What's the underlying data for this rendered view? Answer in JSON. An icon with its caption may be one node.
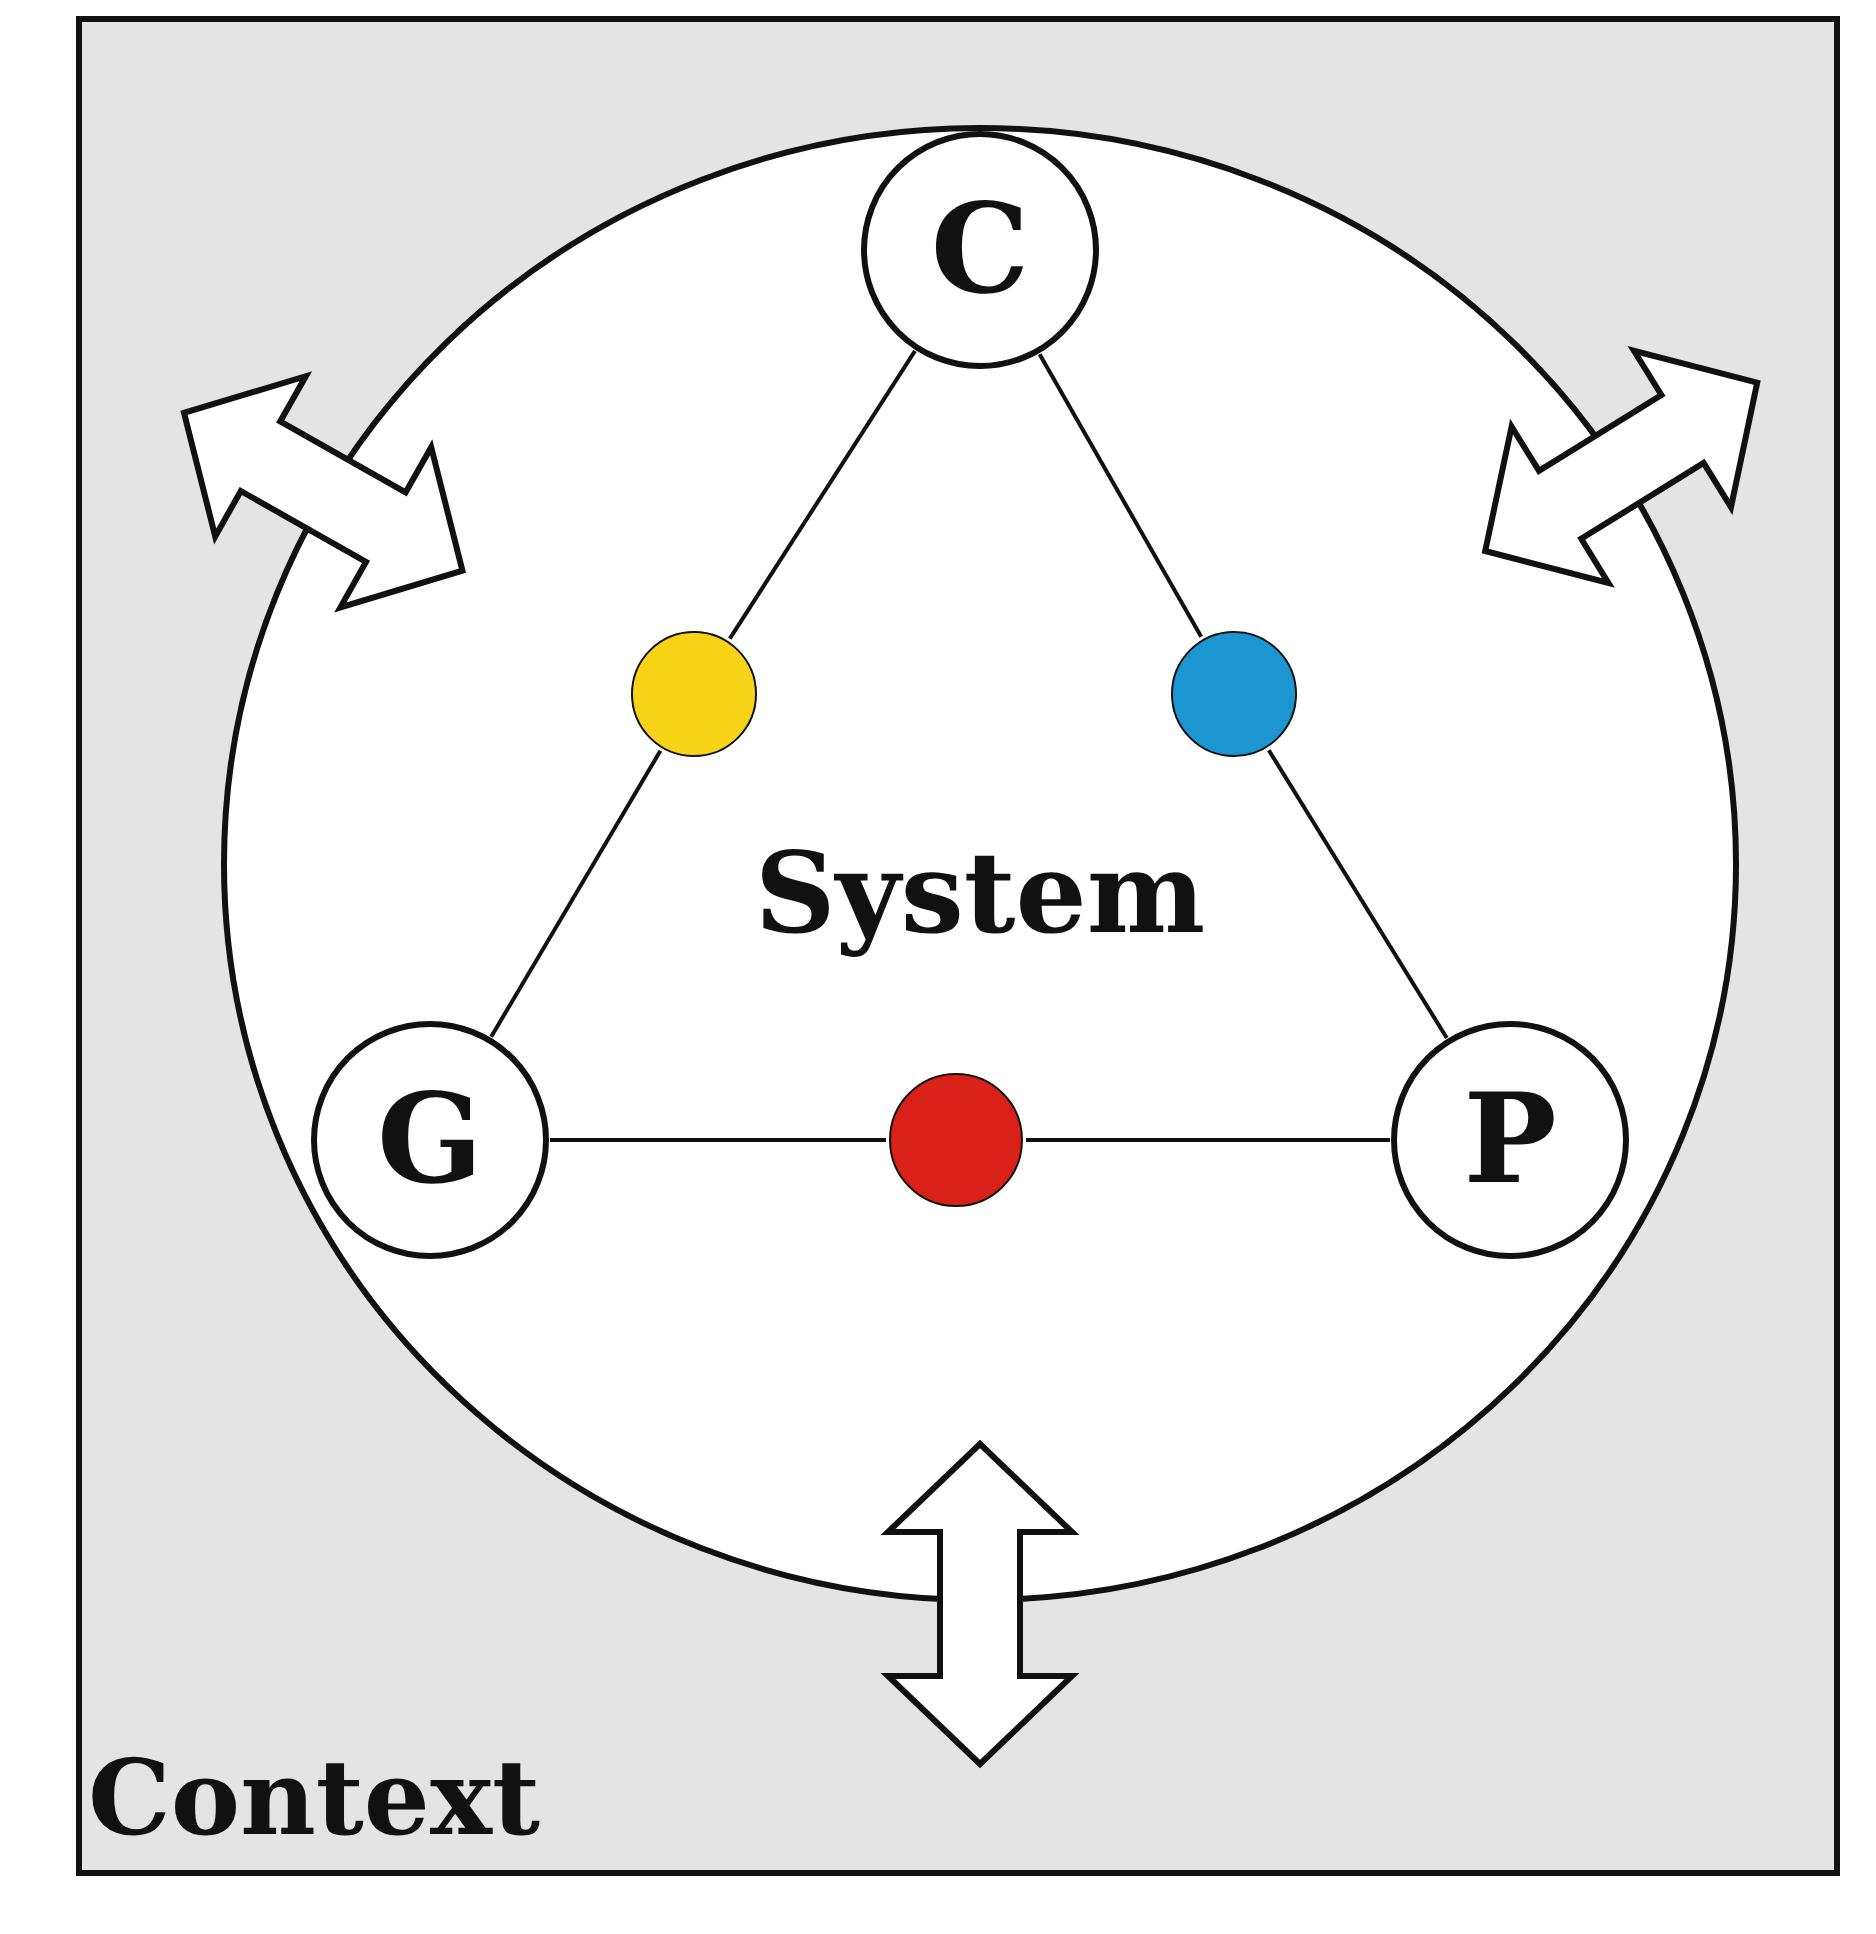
{
  "diagram": {
    "nodes": [
      {
        "text": [
          "Context"
        ]
      },
      {
        "text": [
          "System"
        ],
        "in": 0
      },
      {
        "text": [
          "C"
        ],
        "in": 1
      },
      {
        "text": [],
        "shape": "circle",
        "in": 1
      },
      {
        "text": [],
        "shape": "circle",
        "in": 1
      },
      {
        "text": [
          "G"
        ],
        "in": 1
      },
      {
        "text": [],
        "shape": "circle",
        "in": 1
      },
      {
        "text": [
          "P"
        ],
        "in": 1
      }
    ],
    "edges": [
      {
        "from": 2,
        "to": 3,
        "arrow": "none"
      },
      {
        "from": 3,
        "to": 5,
        "arrow": "none"
      },
      {
        "from": 2,
        "to": 4,
        "arrow": "none"
      },
      {
        "from": 4,
        "to": 7,
        "arrow": "none"
      },
      {
        "from": 5,
        "to": 6,
        "arrow": "none"
      },
      {
        "from": 6,
        "to": 7,
        "arrow": "none"
      },
      {
        "from": 1,
        "to": 0,
        "arrow": "both",
        "style": "thick"
      },
      {
        "from": 1,
        "to": 0,
        "arrow": "both",
        "style": "thick"
      },
      {
        "from": 1,
        "to": 0,
        "arrow": "both",
        "style": "thick"
      }
    ]
  }
}
